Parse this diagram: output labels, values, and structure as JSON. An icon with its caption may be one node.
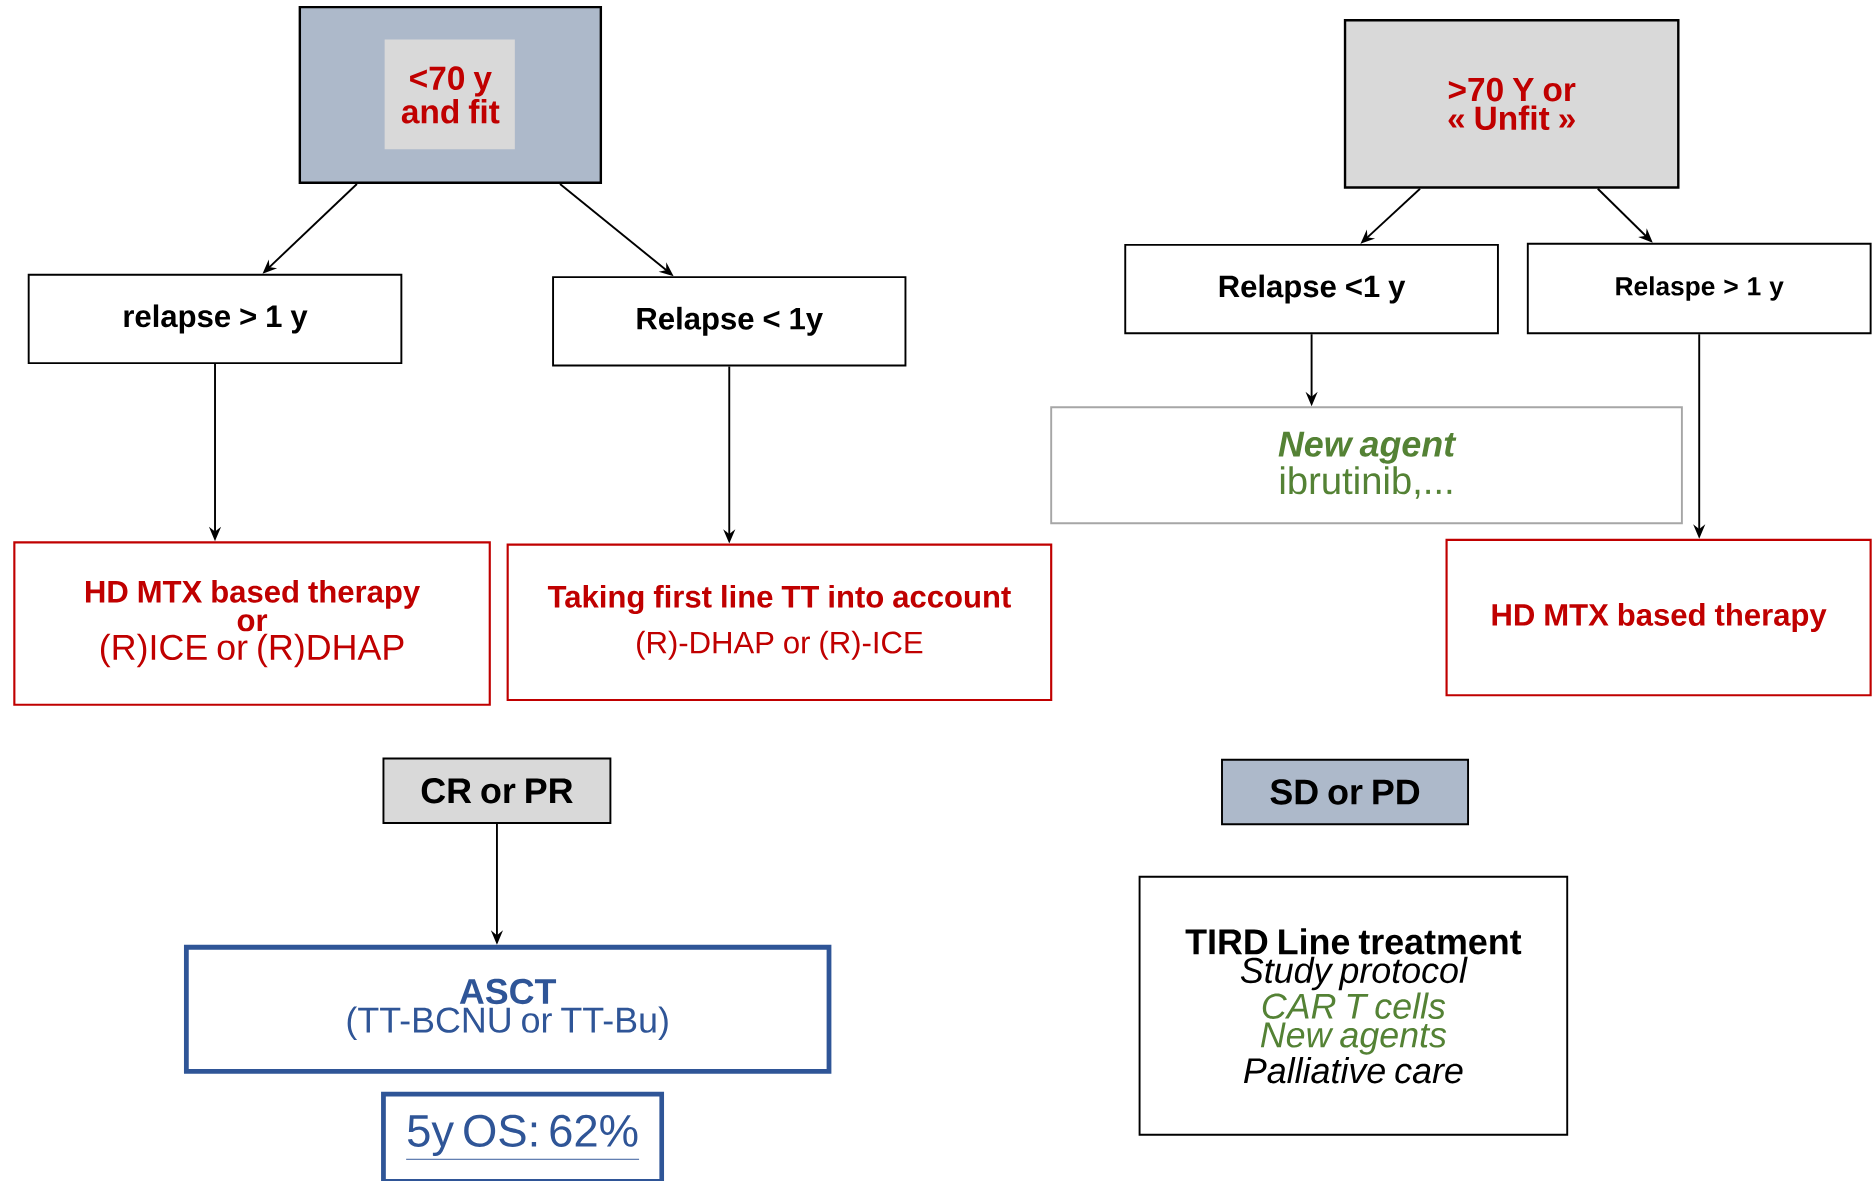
{
  "diagram": {
    "nodes": [
      {
        "text": [
          "<70 y and fit"
        ]
      },
      {
        "text": [
          "relapse > 1 y"
        ]
      },
      {
        "text": [
          "Relapse < 1y"
        ]
      },
      {
        "text": [
          "HD MTX based therapy",
          "or",
          "(R)ICE or  (R)DHAP"
        ]
      },
      {
        "text": [
          "Taking first line TT into account",
          "(R)-DHAP or (R)-ICE"
        ]
      },
      {
        "text": [
          "CR or PR"
        ]
      },
      {
        "text": [
          "ASCT",
          "(TT-BCNU or TT-Bu)"
        ]
      },
      {
        "text": [
          "5y OS:  62%"
        ]
      },
      {
        "text": [
          ">70 Y or « Unfit »"
        ]
      },
      {
        "text": [
          "Relapse <1 y"
        ]
      },
      {
        "text": [
          "Relaspe > 1 y"
        ]
      },
      {
        "text": [
          "New agent",
          "ibrutinib,..."
        ]
      },
      {
        "text": [
          "HD MTX based therapy"
        ]
      },
      {
        "text": [
          "SD or PD"
        ]
      },
      {
        "text": [
          "TIRD Line treatment",
          "Study protocol",
          "CAR T cells",
          "New agents",
          "Palliative care"
        ]
      }
    ],
    "edges": [
      {
        "from": 0,
        "to": 1,
        "arrow": "to"
      },
      {
        "from": 0,
        "to": 2,
        "arrow": "to"
      },
      {
        "from": 1,
        "to": 3,
        "arrow": "to"
      },
      {
        "from": 2,
        "to": 4,
        "arrow": "to"
      },
      {
        "from": 5,
        "to": 6,
        "arrow": "to"
      },
      {
        "from": 8,
        "to": 9,
        "arrow": "to"
      },
      {
        "from": 8,
        "to": 10,
        "arrow": "to"
      },
      {
        "from": 9,
        "to": 11,
        "arrow": "to"
      },
      {
        "from": 10,
        "to": 12,
        "arrow": "to"
      }
    ]
  }
}
